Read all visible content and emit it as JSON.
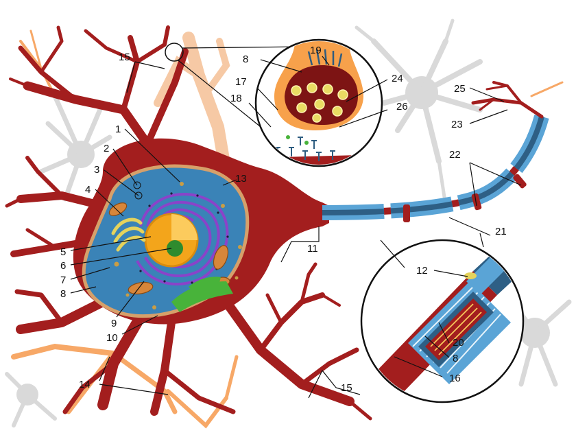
{
  "colors": {
    "neuron": "#a31e1e",
    "neuron_dark": "#7d1414",
    "glia": "#d9d9d9",
    "dendrite_orange": "#f7a867",
    "dendrite_peach": "#f6c9a5",
    "cytoplasm": "#3a83b7",
    "cytoplasm_rim": "#d6a06a",
    "nucleus": "#f3a51b",
    "nucleolus": "#2e8b2e",
    "er": "#8a43c9",
    "golgi": "#e5d35c",
    "mito": "#d7863a",
    "myelin": "#5aa4d6",
    "axon_core": "#2e5f85",
    "synapse_bouton": "#f7a14b",
    "vesicle": "#e9dc63",
    "receptor": "#2d5c80",
    "nissl": "#48b33a"
  },
  "callouts": [
    "1",
    "2",
    "3",
    "4",
    "5",
    "6",
    "7",
    "8",
    "9",
    "10",
    "11",
    "12",
    "13",
    "14",
    "15",
    "15",
    "16",
    "17",
    "18",
    "19",
    "20",
    "21",
    "22",
    "23",
    "24",
    "25",
    "26",
    "8"
  ]
}
